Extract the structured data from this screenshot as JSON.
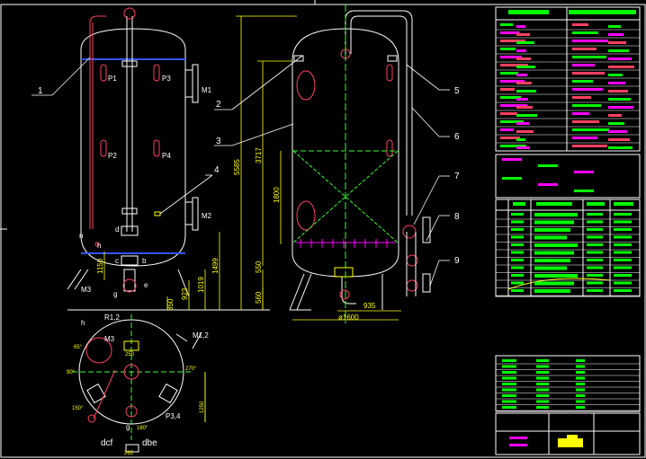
{
  "drawing": {
    "callouts": [
      "1",
      "2",
      "3",
      "4",
      "5",
      "6",
      "7",
      "8",
      "9"
    ],
    "nozzle_labels": {
      "p1": "P1",
      "p2": "P2",
      "p3": "P3",
      "p4": "P4",
      "m1": "M1",
      "m2": "M2",
      "m3": "M3",
      "h": "h",
      "b": "b",
      "c": "c",
      "d": "d",
      "e": "e",
      "g": "g",
      "n": "n"
    },
    "dimensions": {
      "overall_height": "5585",
      "shell_height": "3717",
      "dim_1800": "1800",
      "dim_1499": "1499",
      "dim_1019": "1019",
      "dim_923": "923",
      "dim_350": "350",
      "dim_1150": "1150",
      "dim_550": "550",
      "dim_560": "560",
      "width_935": "935",
      "diameter": "ø1600"
    },
    "plan_view": {
      "labels": {
        "r12": "R1,2",
        "m3": "M3",
        "m12": "M1,2",
        "p34": "P3,4",
        "h": "h",
        "g": "g",
        "dcf": "dcf",
        "dbe": "dbe"
      },
      "dimensions": {
        "d250": "250",
        "d1250": "1250",
        "d265": "265",
        "a90": "90°",
        "a270": "270°",
        "a180": "180°",
        "a150": "150°",
        "a65": "65°"
      }
    }
  },
  "colors": {
    "line": "#ffffff",
    "accent": "#ff4060",
    "center": "#33ff33",
    "dim": "#ffff00",
    "highlight": "#ff00ff",
    "table_text": "#00ff00"
  }
}
